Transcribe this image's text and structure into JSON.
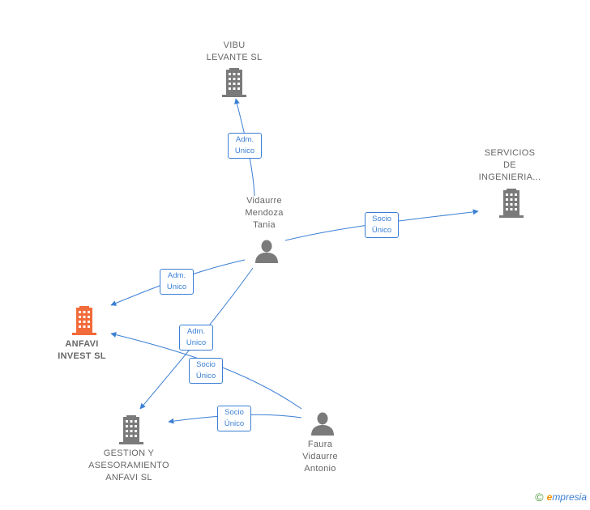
{
  "nodes": {
    "vibu": {
      "label": "VIBU\nLEVANTE  SL",
      "icon": "building-icon",
      "color": "#7a7a7a"
    },
    "servicios": {
      "label": "SERVICIOS\nDE\nINGENIERIA...",
      "icon": "building-icon",
      "color": "#7a7a7a"
    },
    "tania": {
      "label": "Vidaurre\nMendoza\nTania",
      "icon": "person-icon",
      "color": "#7a7a7a"
    },
    "anfavi": {
      "label": "ANFAVI\nINVEST  SL",
      "icon": "building-icon",
      "color": "#f26b3a"
    },
    "gestion": {
      "label": "GESTION Y\nASESORAMIENTO\nANFAVI SL",
      "icon": "building-icon",
      "color": "#7a7a7a"
    },
    "faura": {
      "label": "Faura\nVidaurre\nAntonio",
      "icon": "person-icon",
      "color": "#7a7a7a"
    }
  },
  "edges": {
    "tania_vibu": "Adm.\nUnico",
    "tania_servicios": "Socio\nÚnico",
    "tania_anfavi": "Adm.\nUnico",
    "tania_gestion": "Adm.\nUnico",
    "faura_anfavi": "Socio\nÚnico",
    "faura_gestion": "Socio\nÚnico"
  },
  "colors": {
    "edge": "#3b7fd4",
    "building": "#7a7a7a",
    "highlight": "#f26b3a"
  },
  "footer": {
    "copyright": "©",
    "brand_first": "e",
    "brand_rest": "mpresia"
  }
}
